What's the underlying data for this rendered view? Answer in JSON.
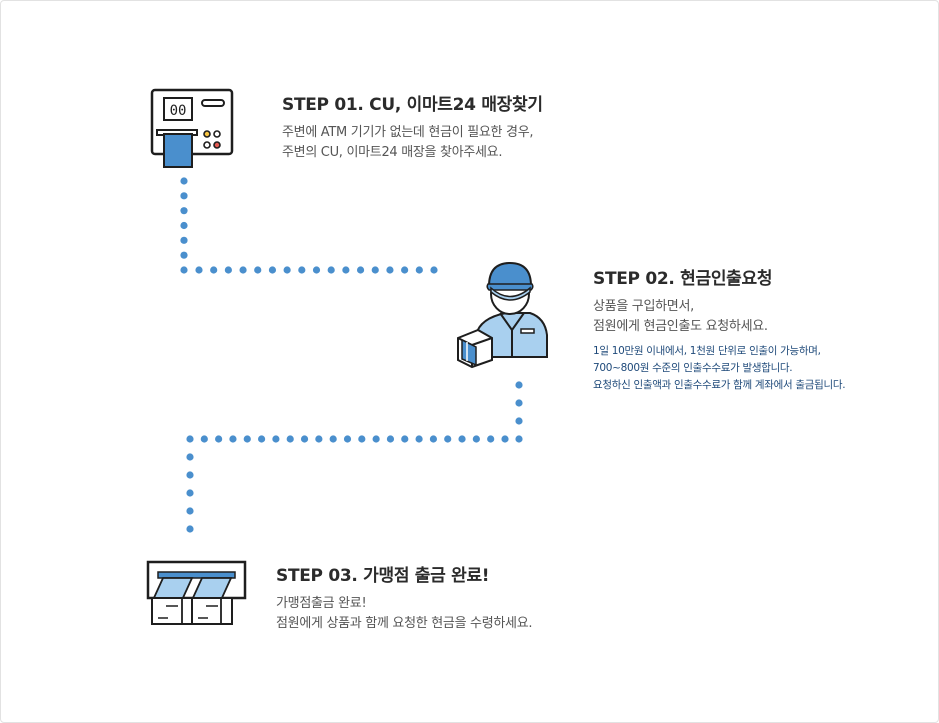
{
  "colors": {
    "accent": "#4a8fcd",
    "dot": "#4a8fcd",
    "title": "#2b2b2b",
    "desc": "#555555",
    "note": "#1f4a7a",
    "border": "#e2e2e2"
  },
  "steps": [
    {
      "title": "STEP 01. CU, 이마트24 매장찾기",
      "desc": [
        "주변에 ATM 기기가 없는데 현금이 필요한 경우,",
        "주변의 CU, 이마트24 매장을 찾아주세요."
      ],
      "icon": "atm-machine-icon",
      "atm_screen_text": "00"
    },
    {
      "title": "STEP 02. 현금인출요청",
      "desc": [
        "상품을 구입하면서,",
        "점원에게 현금인출도 요청하세요."
      ],
      "notes": [
        "1일 10만원 이내에서, 1천원 단위로 인출이 가능하며,",
        "700~800원 수준의 인출수수료가 발생합니다.",
        "요청하신 인출액과 인출수수료가 함께 계좌에서 출금됩니다."
      ],
      "icon": "store-clerk-icon"
    },
    {
      "title": "STEP 03. 가맹점 출금 완료!",
      "desc": [
        "가맹점출금 완료!",
        "점원에게 상품과 함께 요청한 현금을 수령하세요."
      ],
      "icon": "cash-withdrawal-icon"
    }
  ]
}
